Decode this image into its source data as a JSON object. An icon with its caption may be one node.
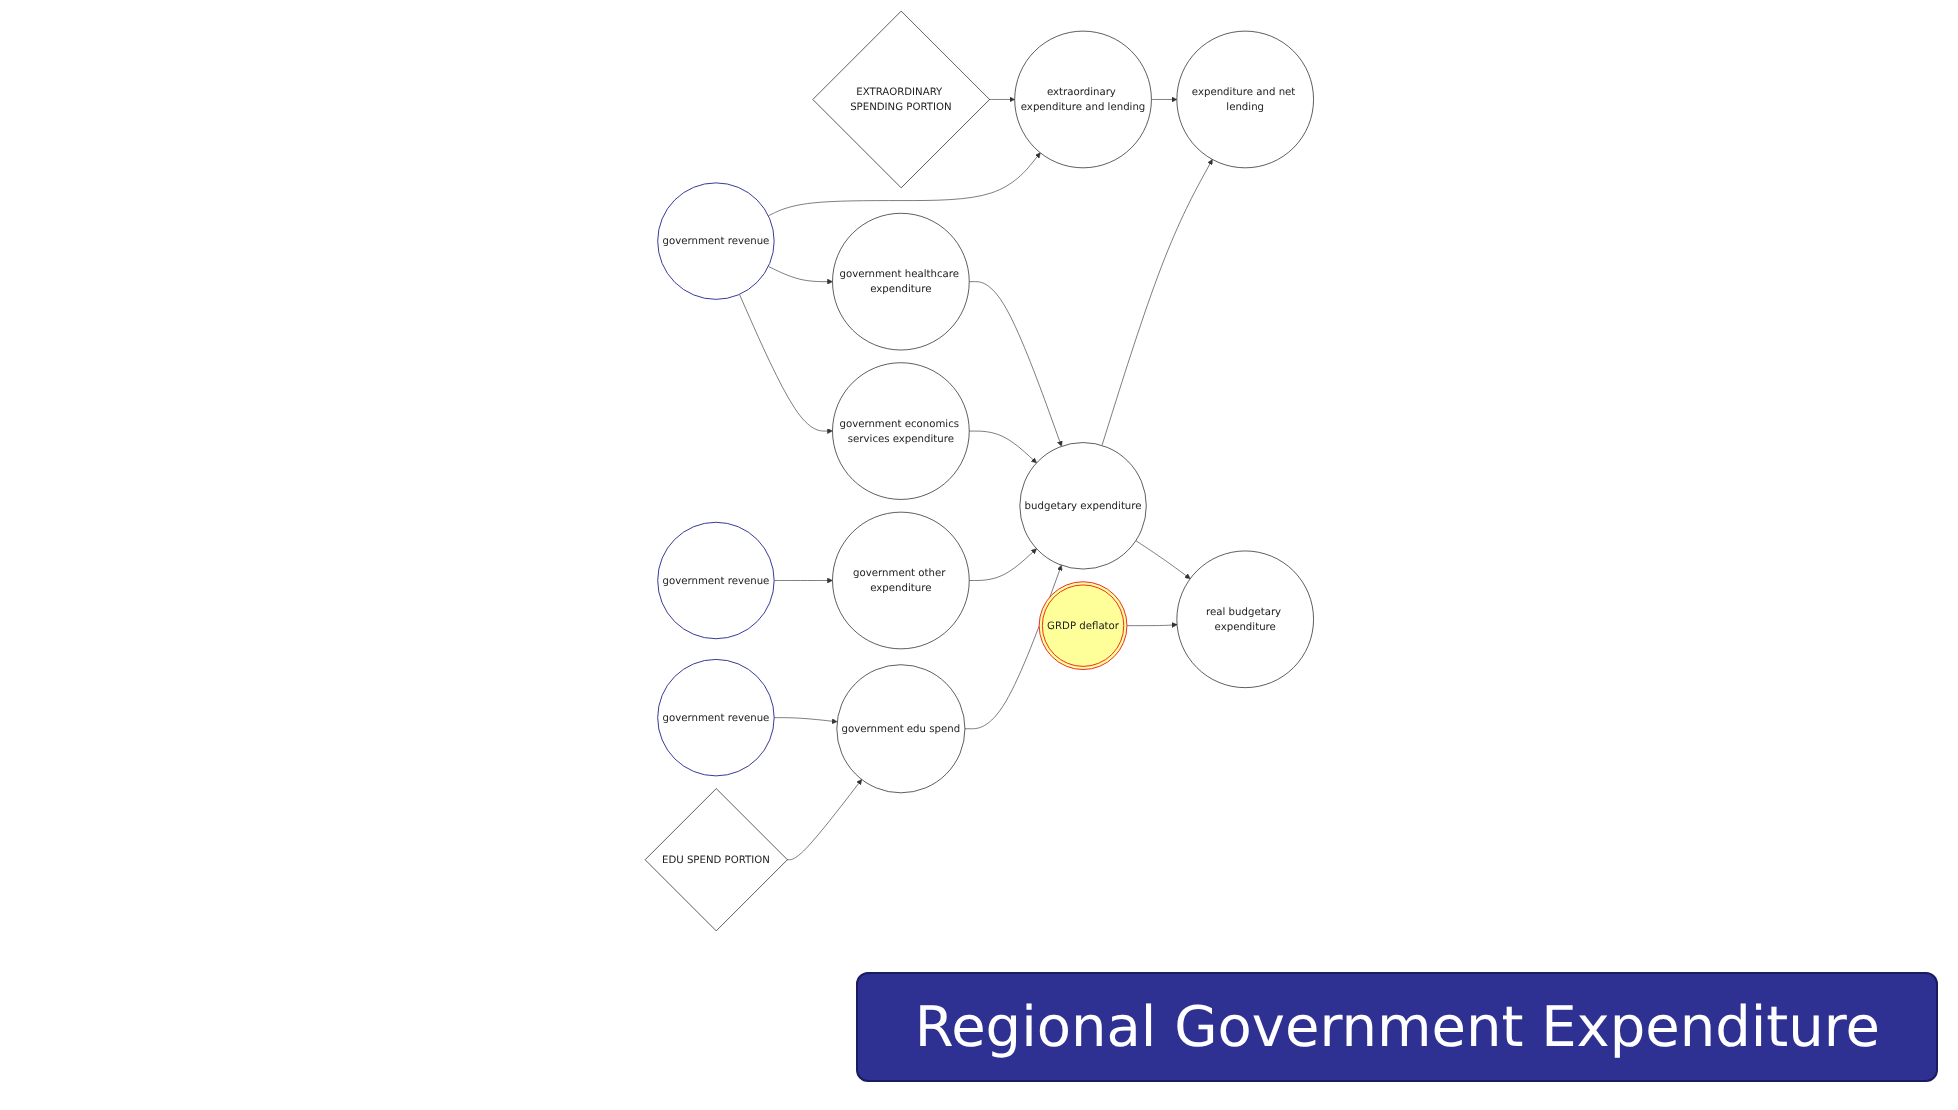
{
  "diagram": {
    "title": "Regional Government Expenditure",
    "nodes": [
      {
        "text": [
          "EXTRAORDINARY SPENDING PORTION"
        ]
      },
      {
        "text": [
          "government revenue"
        ]
      },
      {
        "text": [
          "extraordinary expenditure and lending"
        ]
      },
      {
        "text": [
          "expenditure and net lending"
        ]
      },
      {
        "text": [
          "government healthcare expenditure"
        ]
      },
      {
        "text": [
          "government economics services expenditure"
        ]
      },
      {
        "text": [
          "government revenue"
        ]
      },
      {
        "text": [
          "EDU SPEND PORTION"
        ]
      },
      {
        "text": [
          "government other expenditure"
        ]
      },
      {
        "text": [
          "government revenue"
        ]
      },
      {
        "text": [
          "government edu spend"
        ]
      },
      {
        "text": [
          "budgetary expenditure"
        ]
      },
      {
        "text": [
          "GRDP deflator"
        ]
      },
      {
        "text": [
          "real budgetary expenditure"
        ]
      }
    ],
    "edges": [
      {
        "from": 0,
        "to": 2,
        "arrow": "to"
      },
      {
        "from": 1,
        "to": 2,
        "arrow": "to"
      },
      {
        "from": 2,
        "to": 3,
        "arrow": "to"
      },
      {
        "from": 11,
        "to": 3,
        "arrow": "to"
      },
      {
        "from": 1,
        "to": 4,
        "arrow": "to"
      },
      {
        "from": 1,
        "to": 5,
        "arrow": "to"
      },
      {
        "from": 4,
        "to": 11,
        "arrow": "to"
      },
      {
        "from": 5,
        "to": 11,
        "arrow": "to"
      },
      {
        "from": 6,
        "to": 8,
        "arrow": "to"
      },
      {
        "from": 8,
        "to": 11,
        "arrow": "to"
      },
      {
        "from": 9,
        "to": 10,
        "arrow": "to"
      },
      {
        "from": 7,
        "to": 10,
        "arrow": "to"
      },
      {
        "from": 10,
        "to": 11,
        "arrow": "to"
      },
      {
        "from": 11,
        "to": 13,
        "arrow": "to"
      },
      {
        "from": 12,
        "to": 13,
        "arrow": "to"
      }
    ]
  }
}
